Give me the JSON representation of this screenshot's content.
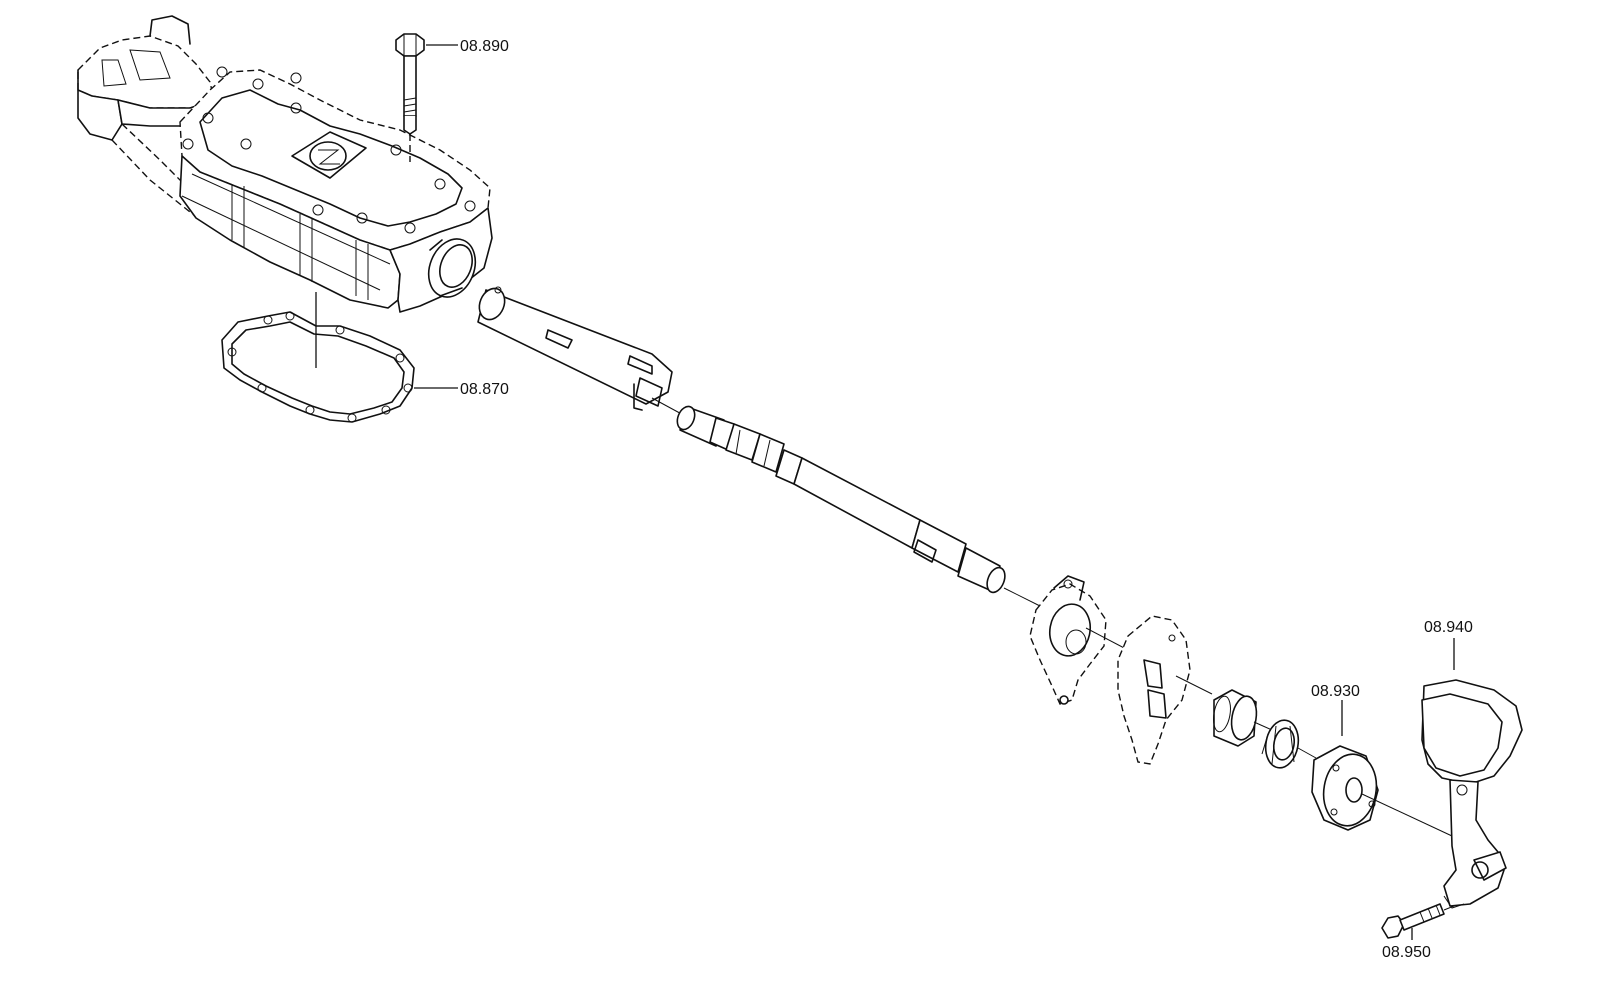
{
  "diagram": {
    "callouts": [
      {
        "id": "c1",
        "label": "08.890"
      },
      {
        "id": "c2",
        "label": "08.870"
      },
      {
        "id": "c3",
        "label": "08.940"
      },
      {
        "id": "c4",
        "label": "08.930"
      },
      {
        "id": "c5",
        "label": "08.950"
      }
    ]
  }
}
